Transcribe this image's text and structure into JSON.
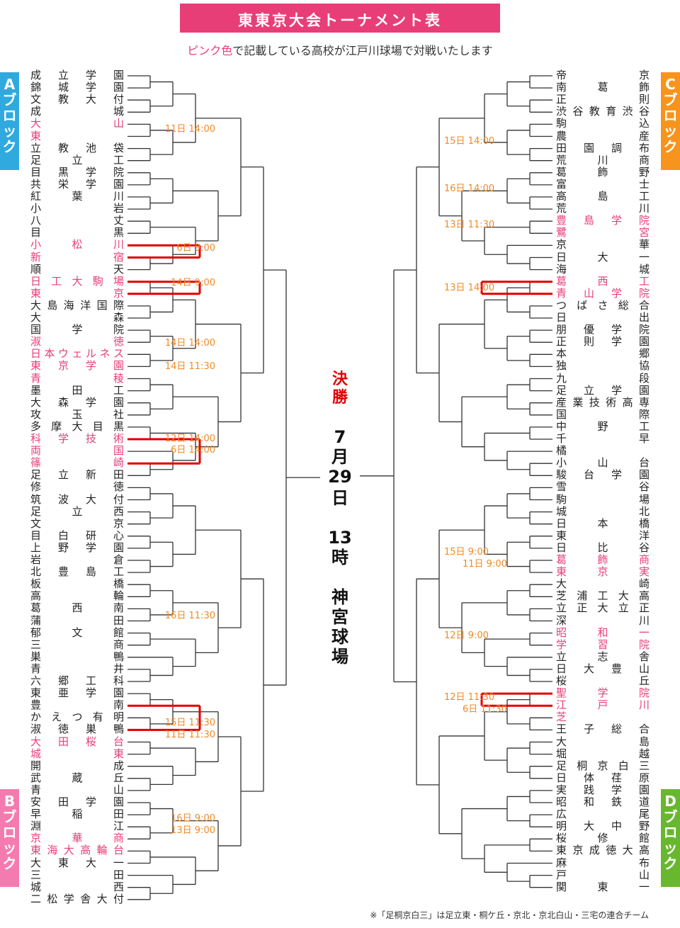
{
  "title": "東東京大会トーナメント表",
  "subtitle": {
    "pink_part": "ピンク色",
    "rest": "で記載している高校が江戸川球場で対戦いたします"
  },
  "blocks": {
    "a": "Aブロック",
    "b": "Bブロック",
    "c": "Cブロック",
    "d": "Dブロック"
  },
  "final": {
    "label": "決勝",
    "date": "7月29日",
    "time": "13時",
    "venue": "神宮球場"
  },
  "footnote": "※「足桐京白三」は足立東・桐ケ丘・京北・京北白山・三宅の連合チーム",
  "colors": {
    "pink": "#e83e78",
    "highlight_red": "#e00000",
    "schedule_orange": "#f08a24",
    "block_a": "#30a9df",
    "block_b": "#f47bb0",
    "block_c": "#f7941d",
    "block_d": "#67b82e"
  },
  "left_teams": [
    {
      "name": "成立学園"
    },
    {
      "name": "錦城学園"
    },
    {
      "name": "文教大付"
    },
    {
      "name": "成城"
    },
    {
      "name": "大山",
      "pink": true
    },
    {
      "name": "東",
      "pink": true
    },
    {
      "name": "立教池袋"
    },
    {
      "name": "足立工"
    },
    {
      "name": "目黒学院"
    },
    {
      "name": "共栄学園"
    },
    {
      "name": "紅葉川"
    },
    {
      "name": "小岩"
    },
    {
      "name": "八丈"
    },
    {
      "name": "目黒"
    },
    {
      "name": "小松川",
      "pink": true
    },
    {
      "name": "新宿",
      "pink": true
    },
    {
      "name": "順天"
    },
    {
      "name": "日工大駒場",
      "pink": true
    },
    {
      "name": "東京",
      "pink": true
    },
    {
      "name": "大島海洋国際"
    },
    {
      "name": "大森"
    },
    {
      "name": "国学院"
    },
    {
      "name": "淑徳",
      "pink": true
    },
    {
      "name": "日本ウェルネス",
      "pink": true
    },
    {
      "name": "東京学園",
      "pink": true
    },
    {
      "name": "青稜",
      "pink": true
    },
    {
      "name": "墨田工"
    },
    {
      "name": "大森学園"
    },
    {
      "name": "攻玉社"
    },
    {
      "name": "多摩大目黒"
    },
    {
      "name": "科学技術",
      "pink": true
    },
    {
      "name": "両国",
      "pink": true
    },
    {
      "name": "篠崎",
      "pink": true
    },
    {
      "name": "足立新田"
    },
    {
      "name": "修徳"
    },
    {
      "name": "筑波大付"
    },
    {
      "name": "足立西"
    },
    {
      "name": "文京"
    },
    {
      "name": "目白研心"
    },
    {
      "name": "上野学園"
    },
    {
      "name": "岩倉"
    },
    {
      "name": "北豊島工"
    },
    {
      "name": "板橋"
    },
    {
      "name": "高輪"
    },
    {
      "name": "葛西南"
    },
    {
      "name": "蒲田"
    },
    {
      "name": "郁文館"
    },
    {
      "name": "三商"
    },
    {
      "name": "巣鴨"
    },
    {
      "name": "青井"
    },
    {
      "name": "六郷工科"
    },
    {
      "name": "東亜学園"
    },
    {
      "name": "豊南"
    },
    {
      "name": "かえつ有明"
    },
    {
      "name": "淑徳巣鴨"
    },
    {
      "name": "大田桜台",
      "pink": true
    },
    {
      "name": "城東",
      "pink": true
    },
    {
      "name": "開成"
    },
    {
      "name": "武蔵丘"
    },
    {
      "name": "青山"
    },
    {
      "name": "安田学園"
    },
    {
      "name": "早稲田"
    },
    {
      "name": "淵江"
    },
    {
      "name": "京華商",
      "pink": true
    },
    {
      "name": "東海大高輪台",
      "pink": true
    },
    {
      "name": "大東大一"
    },
    {
      "name": "三田"
    },
    {
      "name": "城西"
    },
    {
      "name": "二松学舎大付"
    }
  ],
  "right_teams": [
    {
      "name": "帝京"
    },
    {
      "name": "南葛飾"
    },
    {
      "name": "正則"
    },
    {
      "name": "渋谷教育渋谷"
    },
    {
      "name": "駒込"
    },
    {
      "name": "農産"
    },
    {
      "name": "田園調布"
    },
    {
      "name": "荒川商"
    },
    {
      "name": "葛飾野"
    },
    {
      "name": "富士"
    },
    {
      "name": "高島工"
    },
    {
      "name": "荒川"
    },
    {
      "name": "豊島学院",
      "pink": true
    },
    {
      "name": "鷺宮",
      "pink": true
    },
    {
      "name": "京華"
    },
    {
      "name": "日大一"
    },
    {
      "name": "海城"
    },
    {
      "name": "葛西工",
      "pink": true
    },
    {
      "name": "青山学院",
      "pink": true
    },
    {
      "name": "つばさ総合"
    },
    {
      "name": "日出"
    },
    {
      "name": "朋優学院"
    },
    {
      "name": "正則学園"
    },
    {
      "name": "本郷"
    },
    {
      "name": "独協"
    },
    {
      "name": "九段"
    },
    {
      "name": "足立学園"
    },
    {
      "name": "産業技術高専"
    },
    {
      "name": "国際"
    },
    {
      "name": "中野工"
    },
    {
      "name": "千早"
    },
    {
      "name": "橘"
    },
    {
      "name": "小山台"
    },
    {
      "name": "駿台学園"
    },
    {
      "name": "雪谷"
    },
    {
      "name": "駒場"
    },
    {
      "name": "城北"
    },
    {
      "name": "日本橋"
    },
    {
      "name": "東洋"
    },
    {
      "name": "日比谷"
    },
    {
      "name": "葛飾商",
      "pink": true
    },
    {
      "name": "東京実",
      "pink": true
    },
    {
      "name": "大崎"
    },
    {
      "name": "芝浦工大高"
    },
    {
      "name": "立正大立正"
    },
    {
      "name": "深川"
    },
    {
      "name": "昭和一",
      "pink": true
    },
    {
      "name": "学習院",
      "pink": true
    },
    {
      "name": "立志舎"
    },
    {
      "name": "日大豊山"
    },
    {
      "name": "桜丘"
    },
    {
      "name": "聖学院",
      "pink": true
    },
    {
      "name": "江戸川",
      "pink": true
    },
    {
      "name": "芝",
      "pink": true
    },
    {
      "name": "王子総合"
    },
    {
      "name": "大島"
    },
    {
      "name": "堀越"
    },
    {
      "name": "足桐京白三"
    },
    {
      "name": "日体荏原"
    },
    {
      "name": "実践学園"
    },
    {
      "name": "昭和鉄道"
    },
    {
      "name": "広尾"
    },
    {
      "name": "明大中野"
    },
    {
      "name": "桜修館"
    },
    {
      "name": "東京成徳大高"
    },
    {
      "name": "麻布"
    },
    {
      "name": "戸山"
    },
    {
      "name": "関東一"
    }
  ],
  "schedule": [
    {
      "side": "left",
      "text": "11日 14:00"
    },
    {
      "side": "left",
      "text": "6日 9:00"
    },
    {
      "side": "left",
      "text": "14日 9:00"
    },
    {
      "side": "left",
      "text": "14日 14:00"
    },
    {
      "side": "left",
      "text": "14日 11:30"
    },
    {
      "side": "left",
      "text": "12日 14:00"
    },
    {
      "side": "left",
      "text": "6日 14:00"
    },
    {
      "side": "left",
      "text": "16日 11:30"
    },
    {
      "side": "left",
      "text": "15日 11:30"
    },
    {
      "side": "left",
      "text": "11日 11:30"
    },
    {
      "side": "left",
      "text": "16日 9:00"
    },
    {
      "side": "left",
      "text": "13日 9:00"
    },
    {
      "side": "right",
      "text": "15日 14:00"
    },
    {
      "side": "right",
      "text": "16日 14:00"
    },
    {
      "side": "right",
      "text": "13日 11:30"
    },
    {
      "side": "right",
      "text": "13日 14:00"
    },
    {
      "side": "right",
      "text": "15日 9:00"
    },
    {
      "side": "right",
      "text": "11日 9:00"
    },
    {
      "side": "right",
      "text": "12日 9:00"
    },
    {
      "side": "right",
      "text": "12日 11:30"
    },
    {
      "side": "right",
      "text": "6日 11:30"
    }
  ]
}
